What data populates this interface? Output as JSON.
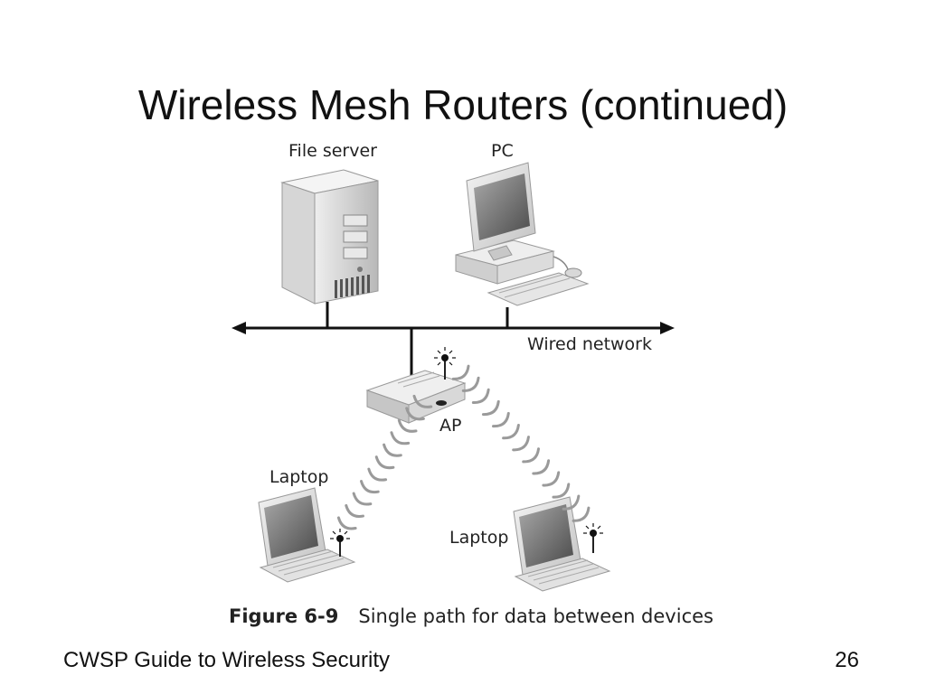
{
  "slide": {
    "title": "Wireless Mesh Routers (continued)",
    "footer_left": "CWSP Guide to Wireless Security",
    "page_number": "26"
  },
  "diagram": {
    "labels": {
      "file_server": "File server",
      "pc": "PC",
      "wired_network": "Wired network",
      "ap": "AP",
      "laptop_left": "Laptop",
      "laptop_right": "Laptop"
    },
    "caption": {
      "figure": "Figure 6-9",
      "text": "Single path for data between devices"
    }
  }
}
